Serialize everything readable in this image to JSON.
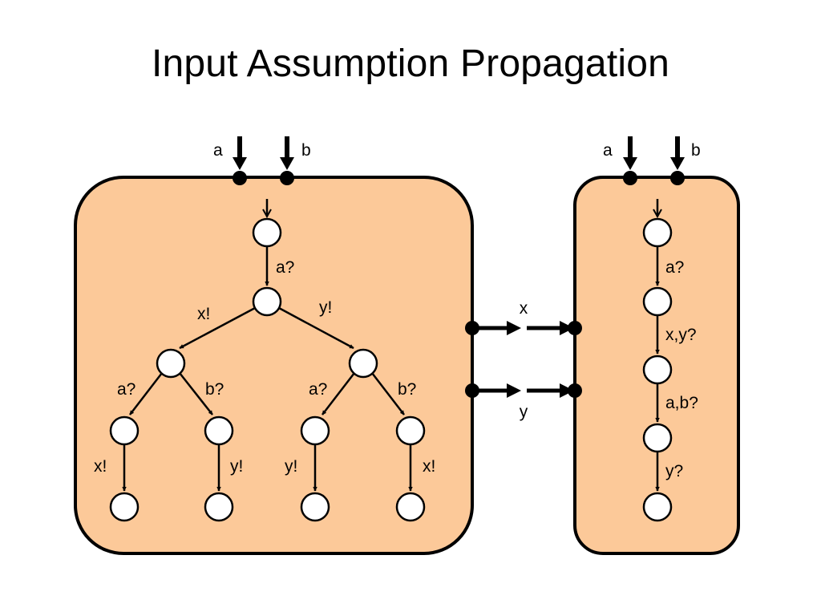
{
  "title": "Input Assumption Propagation",
  "colors": {
    "box_fill": "#fcc999",
    "stroke": "#000000",
    "state_fill": "#ffffff"
  },
  "left_component": {
    "inputs": [
      "a",
      "b"
    ],
    "tree_labels": {
      "root_to_level1": "a?",
      "level1_left": "x!",
      "level1_right": "y!",
      "left_branch_left": "a?",
      "left_branch_right": "b?",
      "right_branch_left": "a?",
      "right_branch_right": "b?",
      "leaf_1": "x!",
      "leaf_2": "y!",
      "leaf_3": "y!",
      "leaf_4": "x!"
    }
  },
  "right_component": {
    "inputs": [
      "a",
      "b"
    ],
    "chain_labels": [
      "a?",
      "x,y?",
      "a,b?",
      "y?"
    ]
  },
  "connections": [
    "x",
    "y"
  ]
}
